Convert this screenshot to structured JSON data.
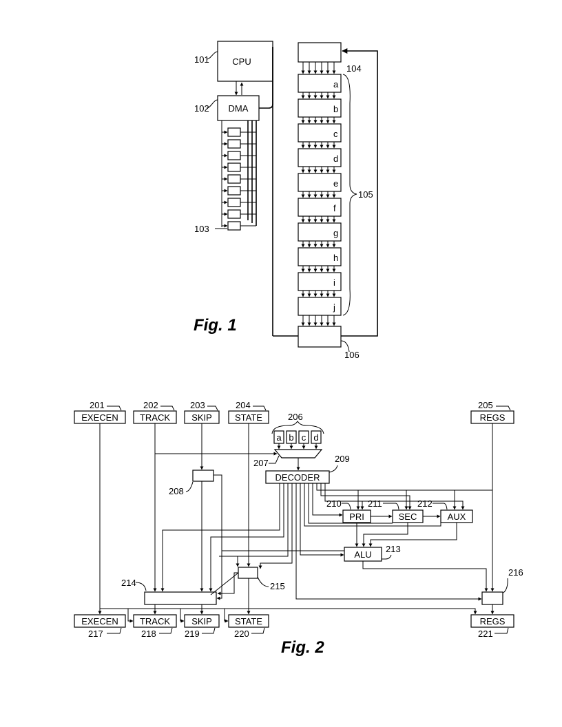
{
  "figure1": {
    "caption": "Fig. 1",
    "cpu_label": "CPU",
    "dma_label": "DMA",
    "refs": {
      "cpu": "101",
      "dma": "102",
      "channels": "103",
      "top_register": "104",
      "stages": "105",
      "bottom_register": "106"
    },
    "stage_letters": [
      "a",
      "b",
      "c",
      "d",
      "e",
      "f",
      "g",
      "h",
      "i",
      "j"
    ]
  },
  "figure2": {
    "caption": "Fig. 2",
    "inputs": [
      {
        "label": "EXECEN",
        "ref": "201"
      },
      {
        "label": "TRACK",
        "ref": "202"
      },
      {
        "label": "SKIP",
        "ref": "203"
      },
      {
        "label": "STATE",
        "ref": "204"
      },
      {
        "label": "REGS",
        "ref": "205"
      }
    ],
    "outputs": [
      {
        "label": "EXECEN",
        "ref": "217"
      },
      {
        "label": "TRACK",
        "ref": "218"
      },
      {
        "label": "SKIP",
        "ref": "219"
      },
      {
        "label": "STATE",
        "ref": "220"
      },
      {
        "label": "REGS",
        "ref": "221"
      }
    ],
    "mux_inputs": [
      "a",
      "b",
      "c",
      "d"
    ],
    "mux_inputs_ref": "206",
    "mux_ref": "207",
    "decoder": {
      "label": "DECODER",
      "ref": "209"
    },
    "block_208_ref": "208",
    "units": [
      {
        "label": "PRI",
        "ref": "210"
      },
      {
        "label": "SEC",
        "ref": "211"
      },
      {
        "label": "AUX",
        "ref": "212"
      }
    ],
    "alu": {
      "label": "ALU",
      "ref": "213"
    },
    "block_214_ref": "214",
    "block_215_ref": "215",
    "block_216_ref": "216"
  }
}
